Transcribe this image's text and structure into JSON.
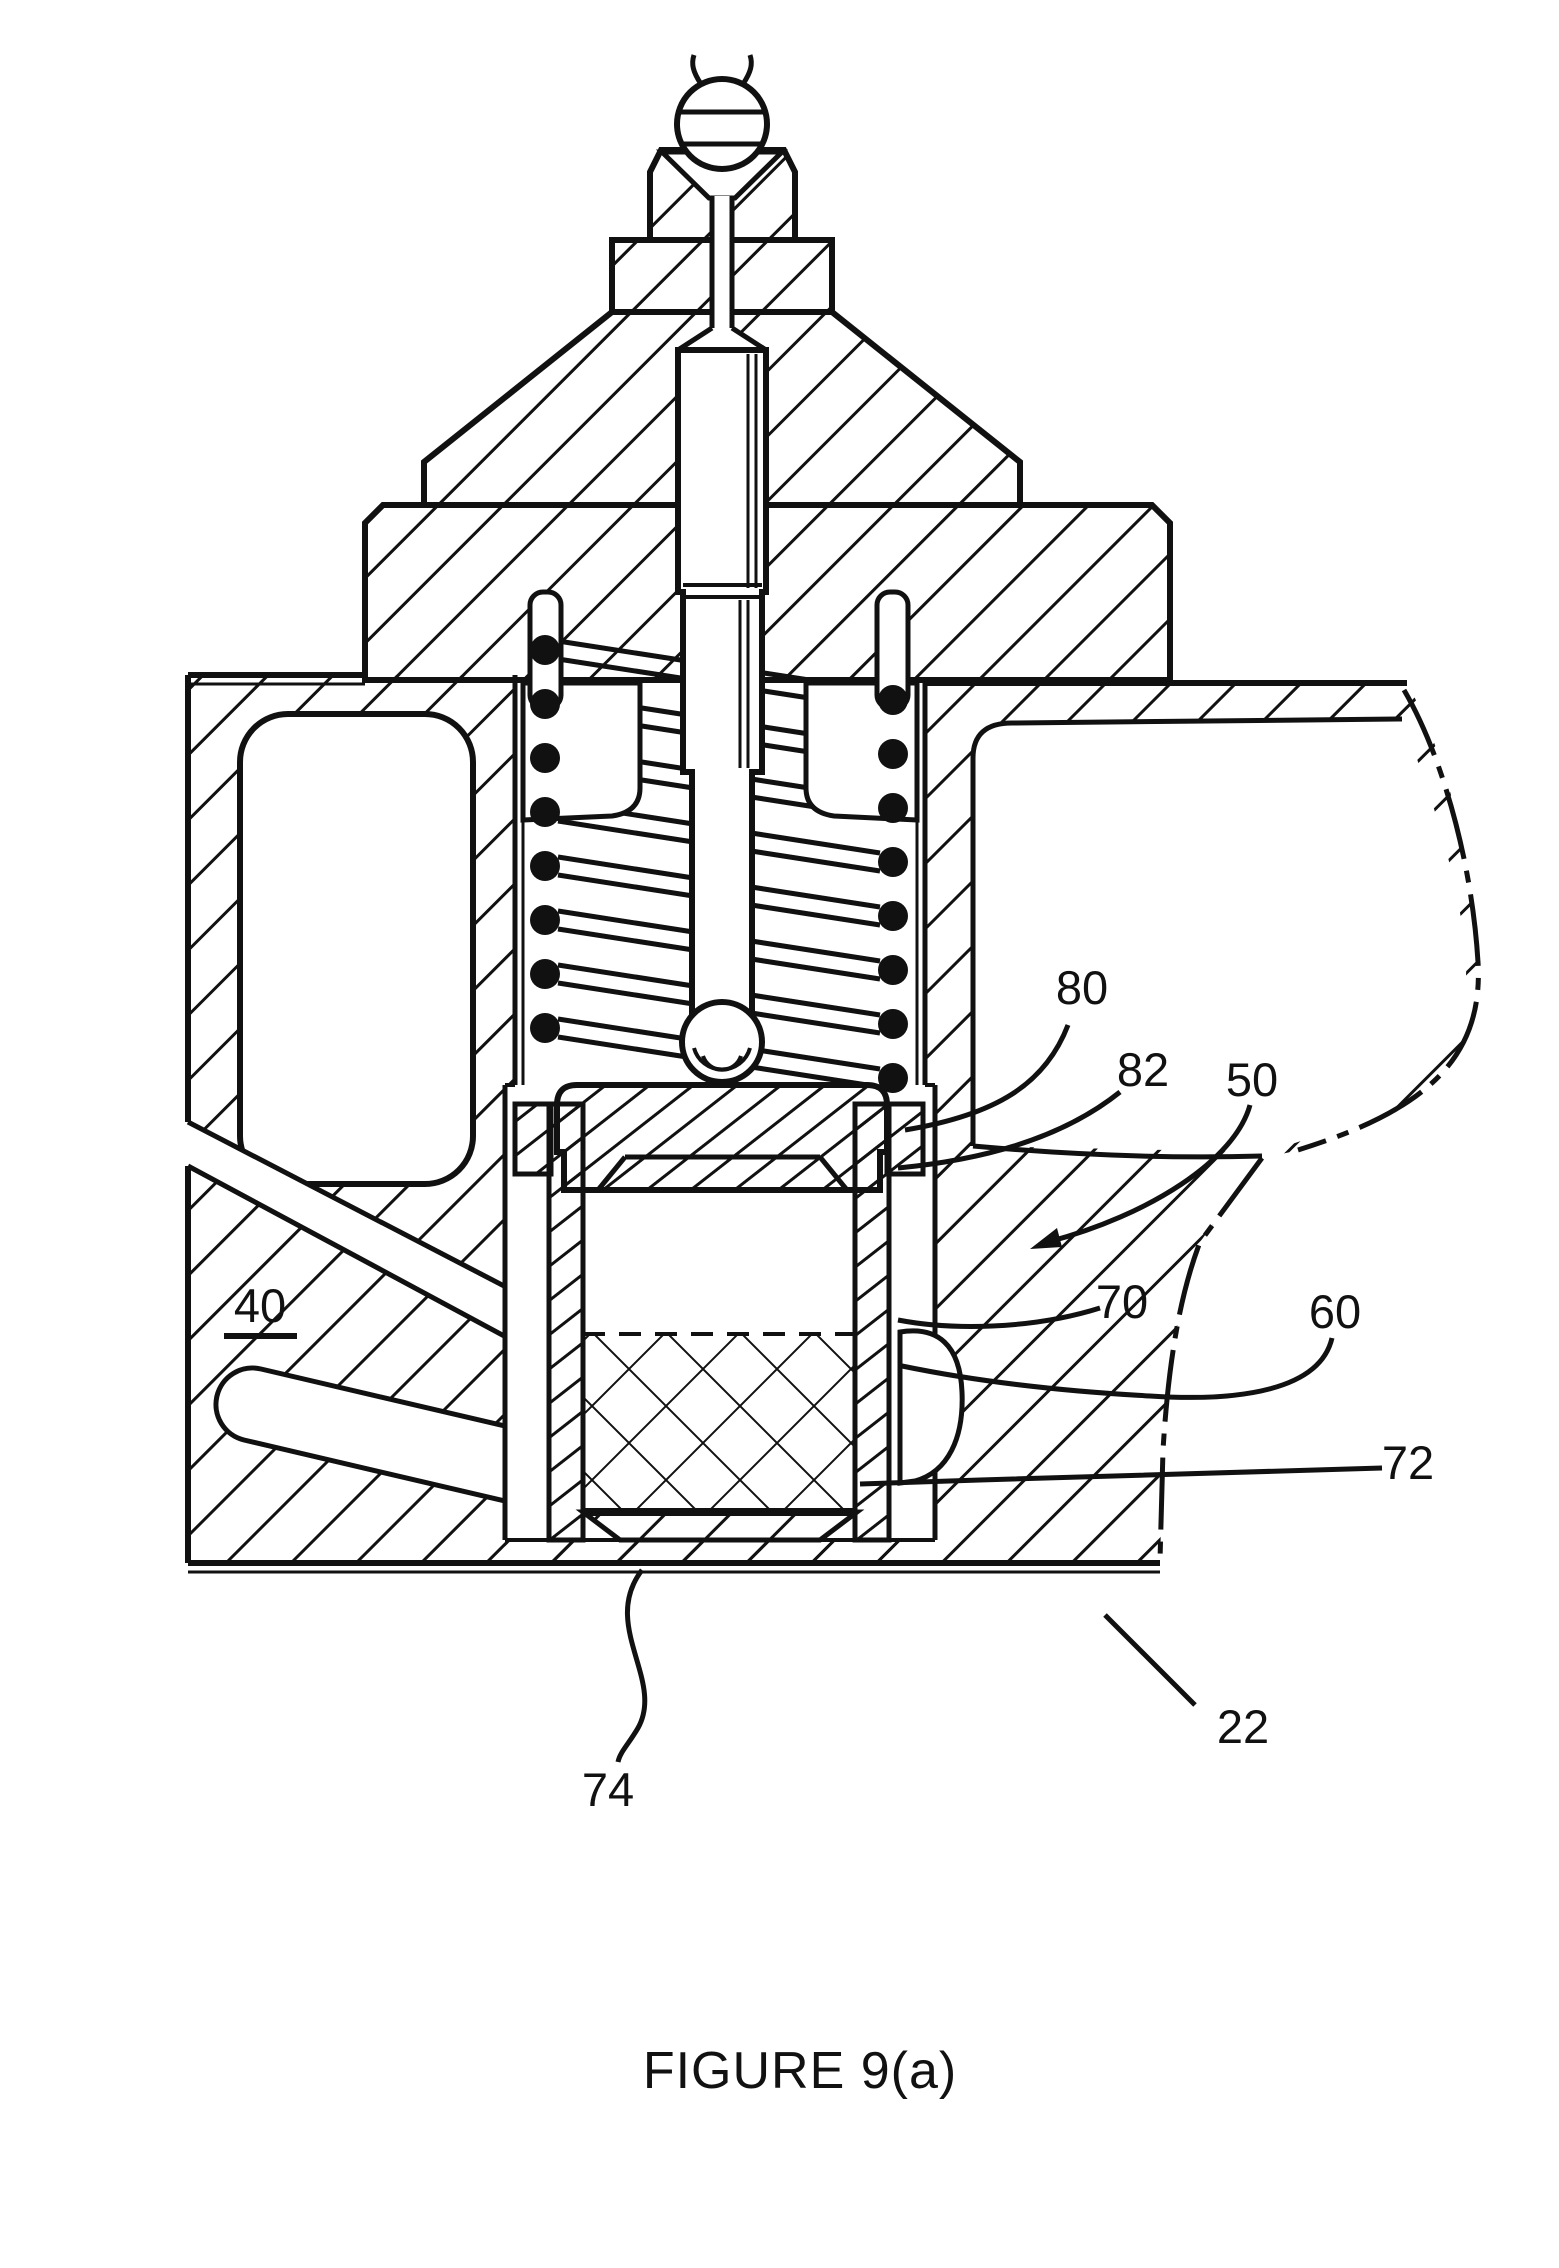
{
  "figure": {
    "caption": "FIGURE 9(a)",
    "ink_color": "#111111",
    "paper_color": "#ffffff",
    "drawing_type": "patent cross-section of needle valve / injector assembly",
    "labels": [
      {
        "id": "ref-80",
        "text": "80"
      },
      {
        "id": "ref-82",
        "text": "82"
      },
      {
        "id": "ref-50",
        "text": "50"
      },
      {
        "id": "ref-70",
        "text": "70"
      },
      {
        "id": "ref-60",
        "text": "60"
      },
      {
        "id": "ref-72",
        "text": "72"
      },
      {
        "id": "ref-40",
        "text": "40",
        "underlined": true
      },
      {
        "id": "ref-22",
        "text": "22"
      },
      {
        "id": "ref-74",
        "text": "74"
      }
    ]
  }
}
